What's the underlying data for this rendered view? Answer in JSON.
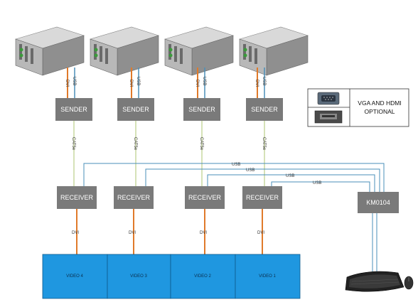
{
  "senders": [
    {
      "label": "SENDER"
    },
    {
      "label": "SENDER"
    },
    {
      "label": "SENDER"
    },
    {
      "label": "SENDER"
    }
  ],
  "receivers": [
    {
      "label": "RECEIVER"
    },
    {
      "label": "RECEIVER"
    },
    {
      "label": "RECEIVER"
    },
    {
      "label": "RECEIVER"
    }
  ],
  "cables": {
    "dvi": "DVI",
    "usb": "USB",
    "cat5e": "CAT5e"
  },
  "switch": {
    "label": "KM0104"
  },
  "videos": [
    "VIDEO 4",
    "VIDEO 3",
    "VIDEO 2",
    "VIDEO 1"
  ],
  "legend": {
    "line1": "VGA AND HDMI",
    "line2": "OPTIONAL"
  },
  "colors": {
    "box": "#7a7a7a",
    "dvi_cable": "#e07a2a",
    "usb_cable": "#4a8fb8",
    "cat_cable": "#c8d8a0",
    "video_wall": "#1f97e0",
    "server_body": "#9a9a9a"
  }
}
